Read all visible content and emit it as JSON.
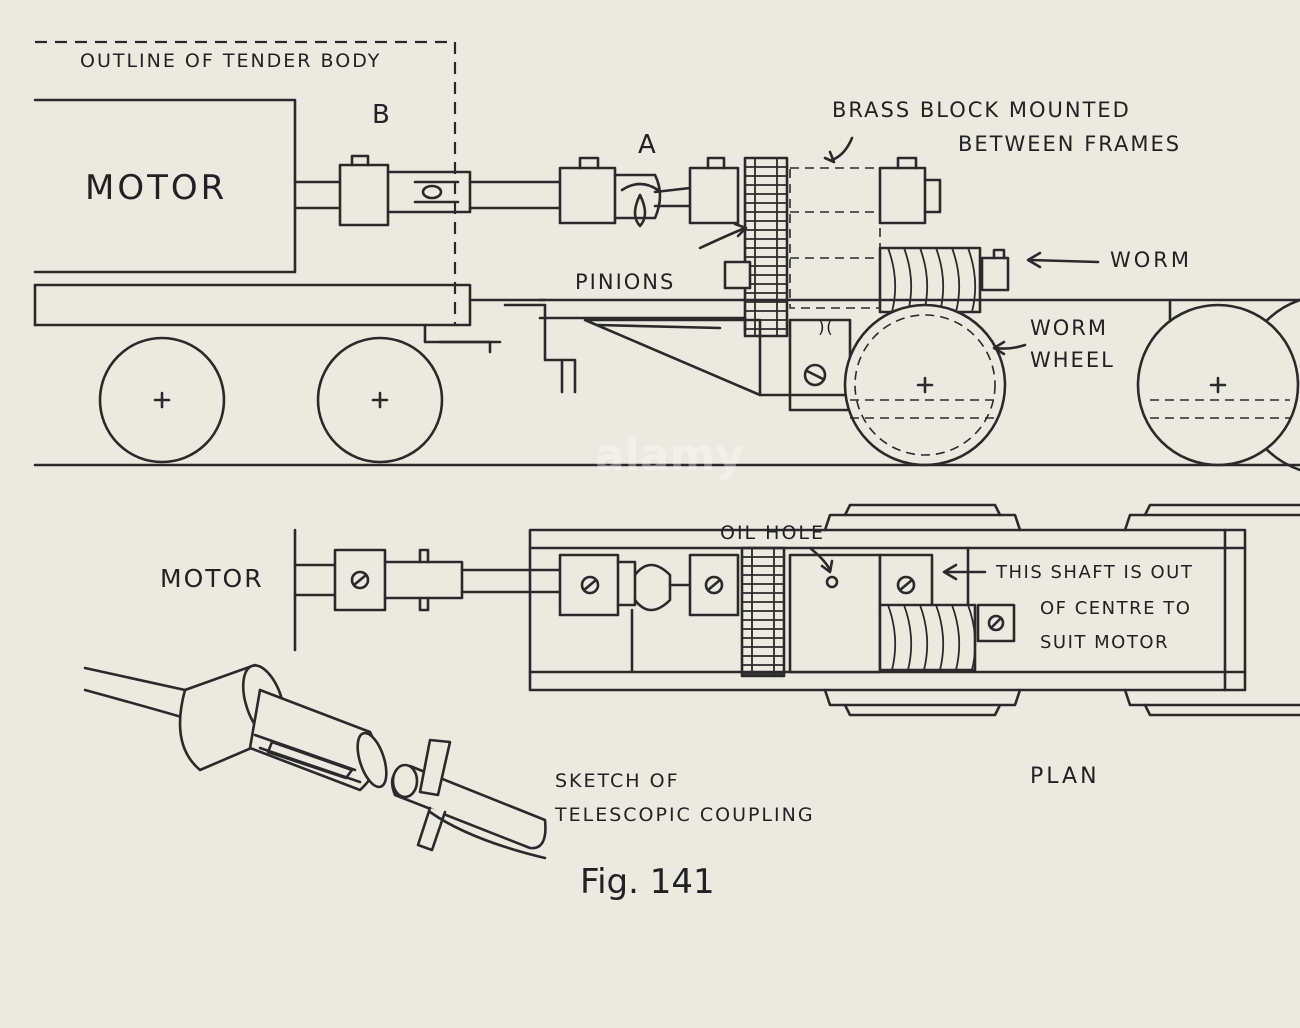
{
  "labels": {
    "outline": "OUTLINE OF TENDER BODY",
    "b": "B",
    "a": "A",
    "motor_top": "MOTOR",
    "brass_1": "BRASS BLOCK MOUNTED",
    "brass_2": "BETWEEN FRAMES",
    "pinions": "PINIONS",
    "worm": "WORM",
    "worm_wheel_1": "WORM",
    "worm_wheel_2": "WHEEL",
    "oil_hole": "OIL HOLE",
    "motor_plan": "MOTOR",
    "shaft_1": "THIS SHAFT IS OUT",
    "shaft_2": "OF CENTRE TO",
    "shaft_3": "SUIT MOTOR",
    "sketch_1": "SKETCH OF",
    "sketch_2": "TELESCOPIC COUPLING",
    "plan": "PLAN"
  },
  "caption": "Fig. 141",
  "watermark": "alamy",
  "colors": {
    "paper": "#ece9e1",
    "ink": "#2a2a2a"
  }
}
